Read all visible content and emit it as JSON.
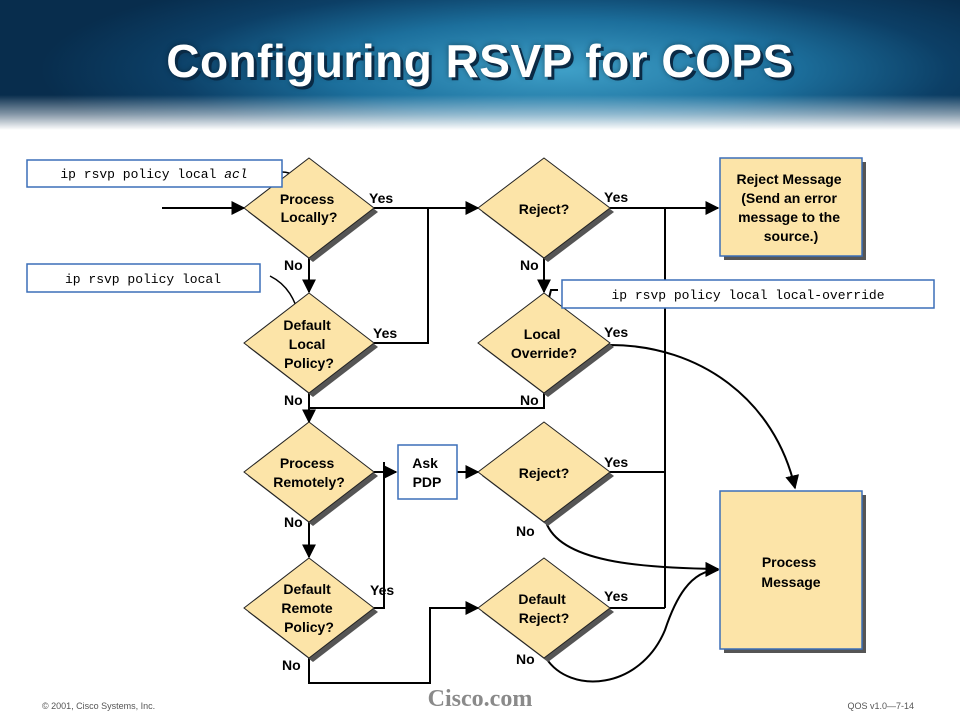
{
  "title": "Configuring RSVP for COPS",
  "commands": {
    "local_acl_prefix": "ip rsvp policy local ",
    "local_acl_arg": "acl",
    "local": "ip rsvp policy local",
    "local_override": "ip rsvp policy local local-override"
  },
  "decisions": {
    "process_locally": [
      "Process",
      "Locally?"
    ],
    "default_local_policy": [
      "Default",
      "Local",
      "Policy?"
    ],
    "process_remotely": [
      "Process",
      "Remotely?"
    ],
    "default_remote_policy": [
      "Default",
      "Remote",
      "Policy?"
    ],
    "reject_1": [
      "Reject?"
    ],
    "local_override": [
      "Local",
      "Override?"
    ],
    "reject_2": [
      "Reject?"
    ],
    "default_reject": [
      "Default",
      "Reject?"
    ]
  },
  "boxes": {
    "reject_message": [
      "Reject Message",
      "(Send an error",
      "message to the",
      "source.)"
    ],
    "ask_pdp": [
      "Ask",
      "PDP"
    ],
    "process_message": [
      "Process",
      "Message"
    ]
  },
  "labels": {
    "yes": "Yes",
    "no": "No"
  },
  "footer": {
    "copyright": "© 2001, Cisco Systems, Inc.",
    "brand": "Cisco.com",
    "slide_id": "QOS v1.0—7-14"
  },
  "colors": {
    "diamond_fill": "#fce4a8",
    "box_fill": "#fce4a8",
    "box_border": "#3b6fb8",
    "line": "#000000"
  }
}
